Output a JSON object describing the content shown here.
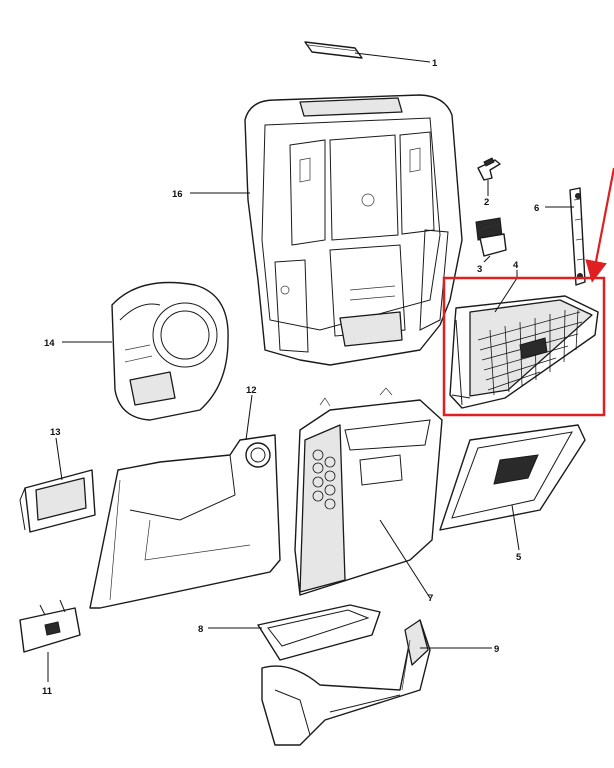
{
  "callouts": [
    {
      "id": "1",
      "part": "trim-strip"
    },
    {
      "id": "2",
      "part": "clip"
    },
    {
      "id": "3",
      "part": "switch-bracket"
    },
    {
      "id": "4",
      "part": "storage-bin"
    },
    {
      "id": "5",
      "part": "glove-box-door"
    },
    {
      "id": "6",
      "part": "hinge-bracket"
    },
    {
      "id": "7",
      "part": "glove-box-housing"
    },
    {
      "id": "8",
      "part": "bin-liner"
    },
    {
      "id": "9",
      "part": "knee-bolster-bracket"
    },
    {
      "id": "11",
      "part": "access-cover"
    },
    {
      "id": "12",
      "part": "knee-blocker-panel"
    },
    {
      "id": "13",
      "part": "bezel"
    },
    {
      "id": "14",
      "part": "steering-column-shroud"
    },
    {
      "id": "16",
      "part": "center-bezel-frame"
    }
  ],
  "highlight": {
    "color": "#e02020",
    "target": "4"
  }
}
